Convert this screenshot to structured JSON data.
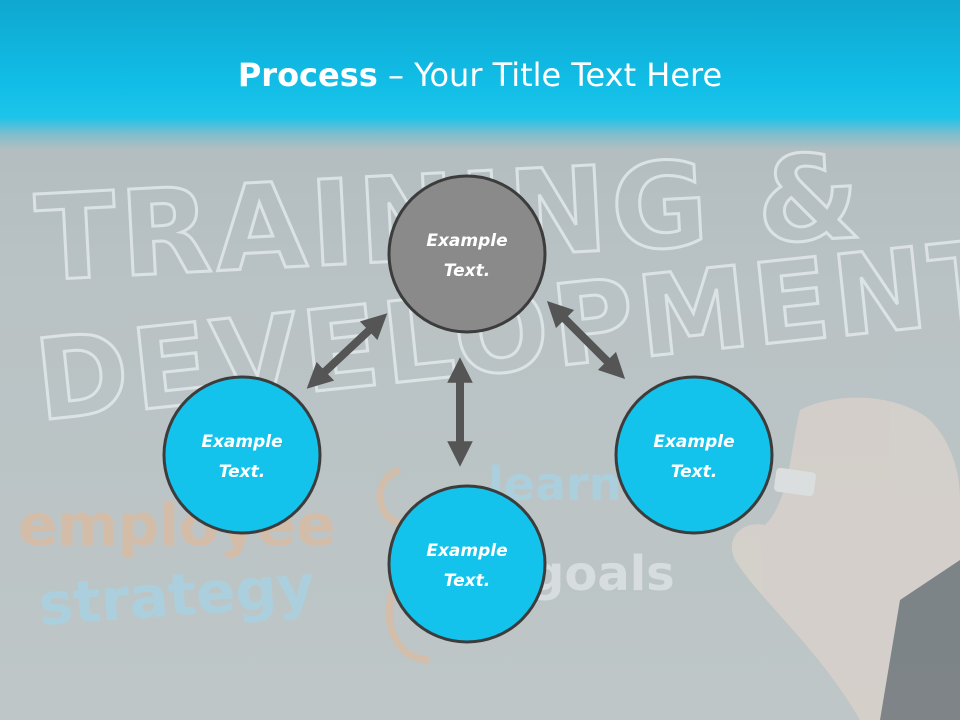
{
  "title": {
    "bold": "Process",
    "dash": " – ",
    "rest": "Your Title Text Here"
  },
  "background_words": {
    "word1": "TRAINING &",
    "word2": "DEVELOPMENT",
    "word3": "employee",
    "word4": "strategy",
    "word5": "learn",
    "word6": "goals"
  },
  "nodes": {
    "top": {
      "line1": "Example",
      "line2": "Text."
    },
    "left": {
      "line1": "Example",
      "line2": "Text."
    },
    "bottom": {
      "line1": "Example",
      "line2": "Text."
    },
    "right": {
      "line1": "Example",
      "line2": "Text."
    }
  },
  "colors": {
    "header": "#11bde6",
    "center_node": "#8a8a8a",
    "outer_node": "#14c3ec",
    "node_border": "#3c3c3c",
    "arrow": "#555555"
  }
}
